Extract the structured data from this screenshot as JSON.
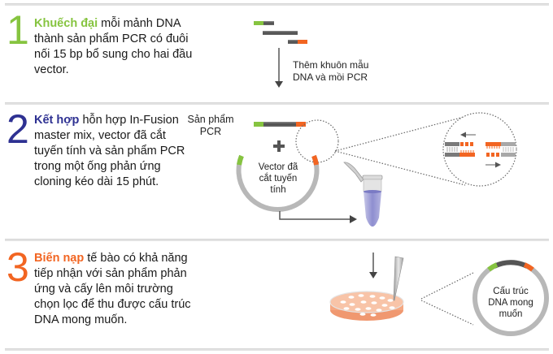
{
  "colors": {
    "green": "#86c440",
    "blue": "#2e3192",
    "orange": "#f26522",
    "dna_gray": "#5a5a5a",
    "vector_gray": "#bdbdbd",
    "tube_liquid": "#9b9bd6",
    "plate": "#f5a57e"
  },
  "steps": [
    {
      "number": "1",
      "keyword": "Khuếch đại",
      "text": " mỗi mảnh DNA thành sản phẩm PCR có đuôi nối 15 bp bổ sung cho hai đầu vector."
    },
    {
      "number": "2",
      "keyword": "Kết hợp",
      "text": " hỗn hợp In-Fusion master mix, vector đã cắt tuyến tính và sản phẩm PCR trong một ống phản ứng cloning kéo dài 15 phút."
    },
    {
      "number": "3",
      "keyword": "Biến nạp",
      "text": " tế bào có khả năng tiếp nhận với sản phẩm phản ứng và cấy lên môi trường chọn lọc để thu được cấu trúc DNA mong muốn."
    }
  ],
  "diagram_labels": {
    "add_template": "Thêm khuôn mẫu DNA và mồi PCR",
    "pcr_product": "Sản phẩm PCR",
    "plus": "+",
    "linear_vector": "Vector đã cắt tuyến tính",
    "desired_construct": "Cấu trúc DNA mong muốn"
  }
}
